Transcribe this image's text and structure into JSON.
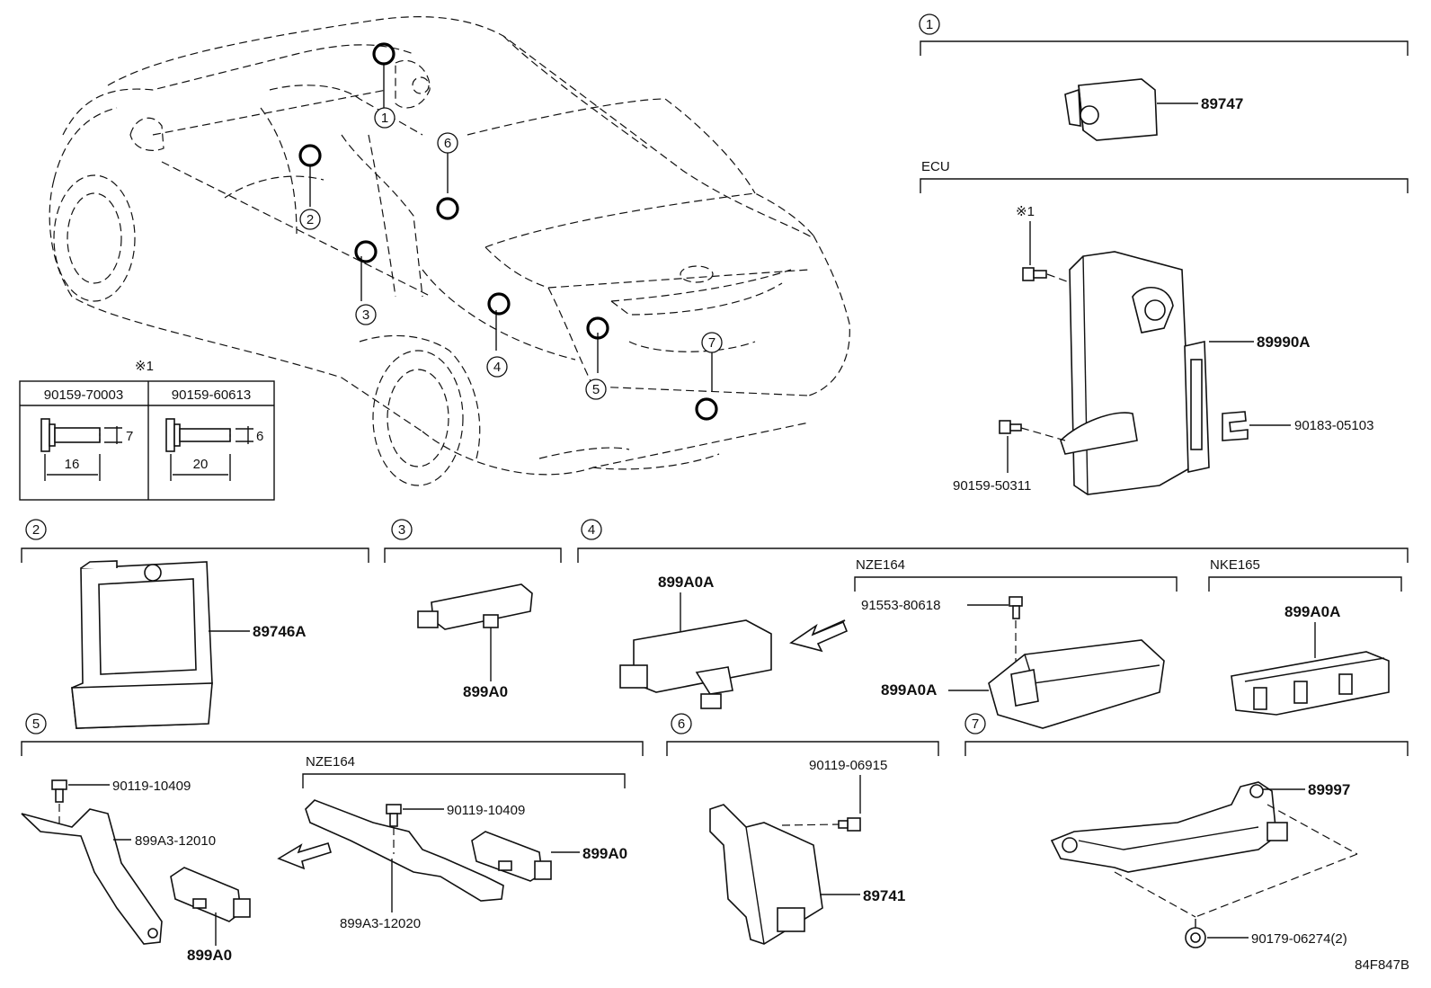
{
  "diagram": {
    "callouts": [
      "1",
      "2",
      "3",
      "4",
      "5",
      "6",
      "7"
    ],
    "reference_mark": "※1",
    "diagram_code": "84F847B"
  },
  "section1": {
    "callout": "1",
    "part": "89747"
  },
  "ecu": {
    "label": "ECU",
    "mark": "※1",
    "parts": {
      "main": "89990A",
      "clip": "90183-05103",
      "screw": "90159-50311"
    }
  },
  "bolt_table": {
    "mark": "※1",
    "columns": [
      {
        "part": "90159-70003",
        "diameter": "7",
        "length": "16"
      },
      {
        "part": "90159-60613",
        "diameter": "6",
        "length": "20"
      }
    ]
  },
  "section2": {
    "callout": "2",
    "part": "89746A"
  },
  "section3": {
    "callout": "3",
    "part": "899A0"
  },
  "section4": {
    "callout": "4",
    "left_part": "899A0A",
    "nze164": {
      "label": "NZE164",
      "bolt": "91553-80618",
      "part": "899A0A"
    },
    "nke165": {
      "label": "NKE165",
      "part": "899A0A"
    }
  },
  "section5": {
    "callout": "5",
    "left": {
      "bolt": "90119-10409",
      "bracket": "899A3-12010",
      "sensor": "899A0"
    },
    "nze164": {
      "label": "NZE164",
      "bolt": "90119-10409",
      "bracket": "899A3-12020",
      "sensor": "899A0"
    }
  },
  "section6": {
    "callout": "6",
    "bolt": "90119-06915",
    "part": "89741"
  },
  "section7": {
    "callout": "7",
    "part": "89997",
    "nut": "90179-06274(2)"
  }
}
